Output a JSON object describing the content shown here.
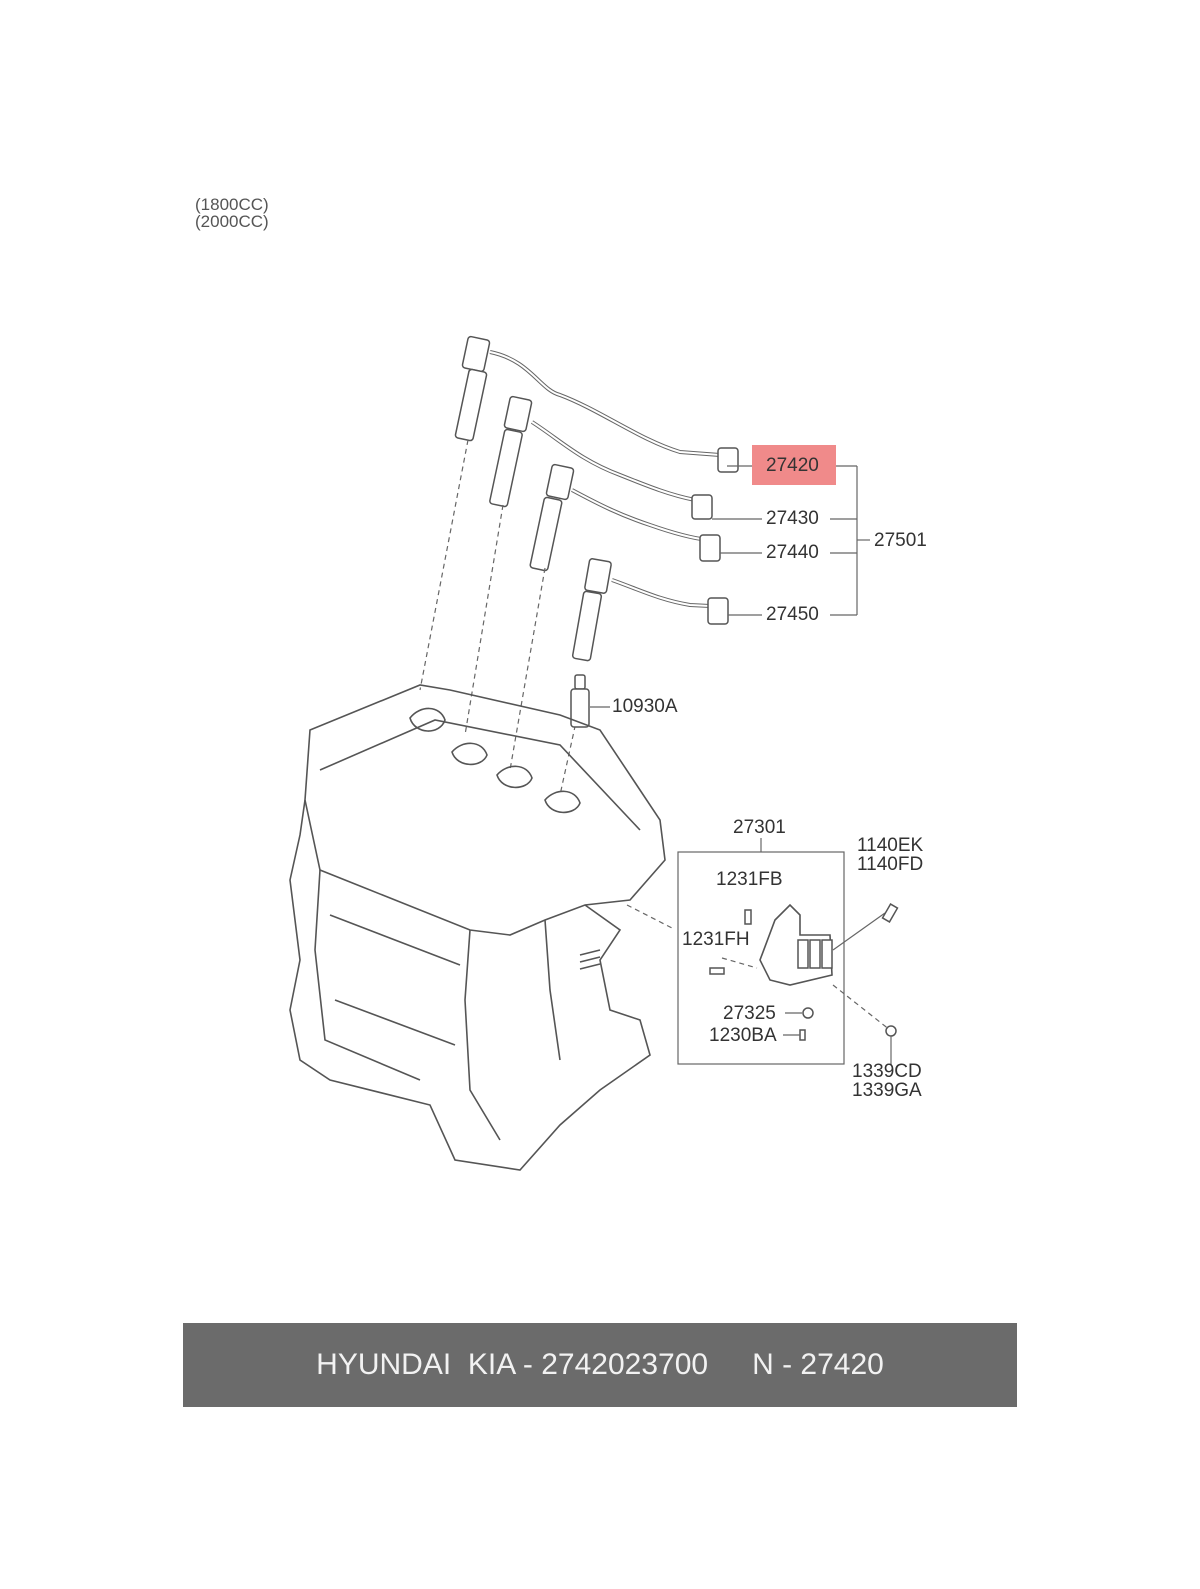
{
  "engine_variants": [
    "(1800CC)",
    "(2000CC)"
  ],
  "highlight_color": "#f08a8a",
  "callouts": {
    "c27420": "27420",
    "c27430": "27430",
    "c27440": "27440",
    "c27450": "27450",
    "c27501": "27501",
    "c10930A": "10930A",
    "c27301": "27301",
    "c1231FB": "1231FB",
    "c1231FH": "1231FH",
    "c27325": "27325",
    "c1230BA": "1230BA",
    "c1140EK": "1140EK",
    "c1140FD": "1140FD",
    "c1339CD": "1339CD",
    "c1339GA": "1339GA"
  },
  "banner": {
    "brand": "HYUNDAI  KIA - 2742023700",
    "ref": "N - 27420"
  }
}
